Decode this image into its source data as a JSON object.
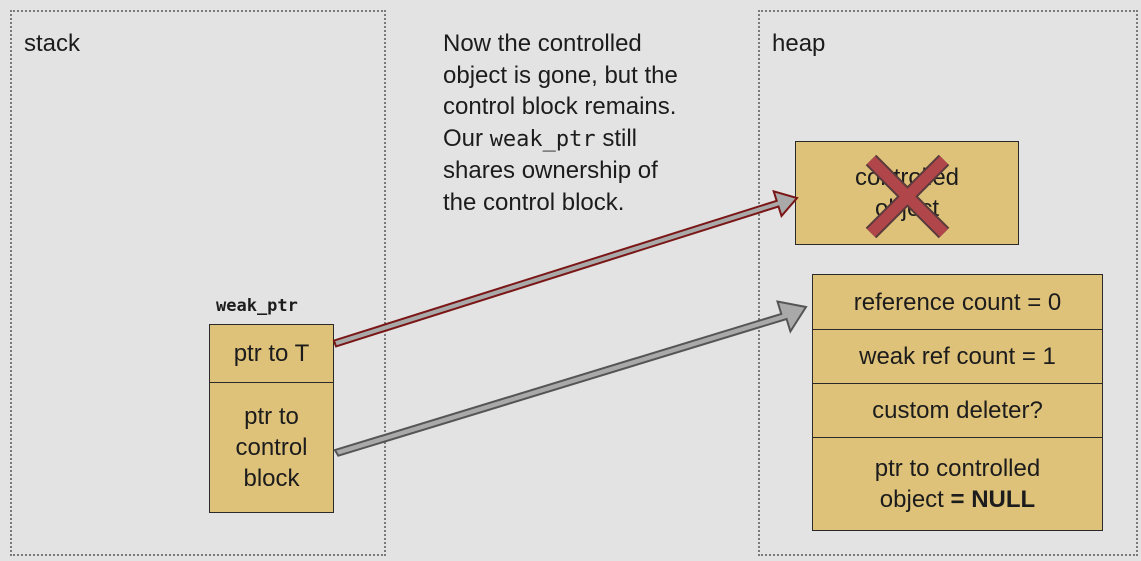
{
  "stack": {
    "label": "stack"
  },
  "heap": {
    "label": "heap"
  },
  "caption": {
    "line1": "Now the controlled",
    "line2": "object is gone, but the",
    "line3": "control block remains.",
    "line4_prefix": "Our ",
    "line4_code": "weak_ptr",
    "line4_suffix": " still",
    "line5": "shares ownership of",
    "line6": "the control block."
  },
  "weak_ptr": {
    "title": "weak_ptr",
    "ptr_to_t": "ptr to T",
    "ptr_to_cb_line1": "ptr to",
    "ptr_to_cb_line2": "control",
    "ptr_to_cb_line3": "block"
  },
  "controlled_object": {
    "line1": "controlled",
    "line2": "object",
    "status": "deleted"
  },
  "control_block": {
    "reference_count": "reference count = 0",
    "weak_ref_count": "weak ref count = 1",
    "custom_deleter": "custom deleter?",
    "ptr_line1": "ptr to controlled",
    "ptr_line2_prefix": "object ",
    "ptr_line2_bold": "= NULL"
  },
  "colors": {
    "background": "#e3e3e3",
    "box_fill": "#dfc27a",
    "cross": "#b0464a",
    "arrow_dead": "#7a1616",
    "arrow_live": "#555555",
    "arrow_fill": "#a9a9a9"
  }
}
